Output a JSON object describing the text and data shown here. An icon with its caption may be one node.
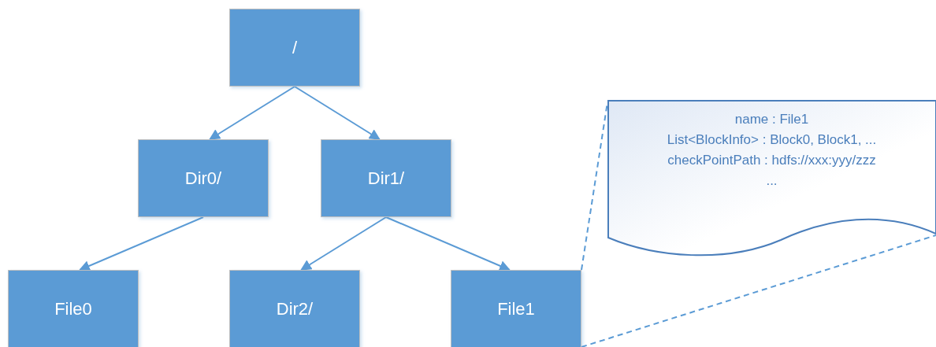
{
  "diagram": {
    "nodes": [
      {
        "text": [
          "/"
        ]
      },
      {
        "text": [
          "Dir0/"
        ]
      },
      {
        "text": [
          "Dir1/"
        ]
      },
      {
        "text": [
          "File0"
        ]
      },
      {
        "text": [
          "Dir2/"
        ]
      },
      {
        "text": [
          "File1"
        ]
      },
      {
        "text": [
          "name : File1",
          "List<BlockInfo> : Block0, Block1, ...",
          "checkPointPath : hdfs://xxx:yyy/zzz",
          "..."
        ]
      }
    ],
    "edges": [
      {
        "from": 0,
        "to": 1,
        "arrow": "to"
      },
      {
        "from": 0,
        "to": 2,
        "arrow": "to"
      },
      {
        "from": 1,
        "to": 3,
        "arrow": "to"
      },
      {
        "from": 2,
        "to": 4,
        "arrow": "to"
      },
      {
        "from": 2,
        "to": 5,
        "arrow": "to"
      },
      {
        "from": 5,
        "to": 6,
        "arrow": "none",
        "style": "dashed"
      },
      {
        "from": 5,
        "to": 6,
        "arrow": "none",
        "style": "dashed"
      }
    ]
  }
}
